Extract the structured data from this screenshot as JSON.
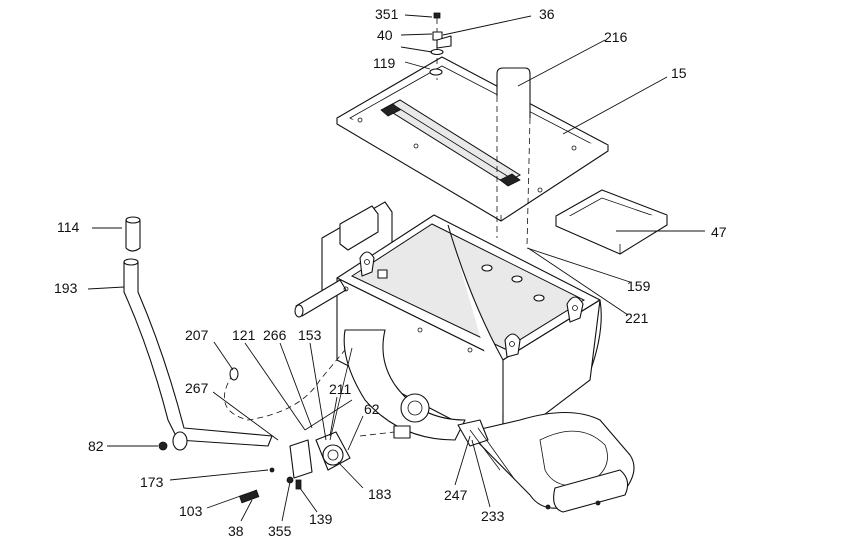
{
  "diagram": {
    "callouts": [
      {
        "id": "351",
        "text": "351"
      },
      {
        "id": "36",
        "text": "36"
      },
      {
        "id": "40",
        "text": "40"
      },
      {
        "id": "216",
        "text": "216"
      },
      {
        "id": "119",
        "text": "119"
      },
      {
        "id": "15",
        "text": "15"
      },
      {
        "id": "114",
        "text": "114"
      },
      {
        "id": "47",
        "text": "47"
      },
      {
        "id": "193",
        "text": "193"
      },
      {
        "id": "159",
        "text": "159"
      },
      {
        "id": "221",
        "text": "221"
      },
      {
        "id": "207",
        "text": "207"
      },
      {
        "id": "121",
        "text": "121"
      },
      {
        "id": "266",
        "text": "266"
      },
      {
        "id": "153",
        "text": "153"
      },
      {
        "id": "267",
        "text": "267"
      },
      {
        "id": "211",
        "text": "211"
      },
      {
        "id": "62",
        "text": "62"
      },
      {
        "id": "82",
        "text": "82"
      },
      {
        "id": "173",
        "text": "173"
      },
      {
        "id": "183",
        "text": "183"
      },
      {
        "id": "247",
        "text": "247"
      },
      {
        "id": "233",
        "text": "233"
      },
      {
        "id": "103",
        "text": "103"
      },
      {
        "id": "139",
        "text": "139"
      },
      {
        "id": "38",
        "text": "38"
      },
      {
        "id": "355",
        "text": "355"
      }
    ]
  }
}
